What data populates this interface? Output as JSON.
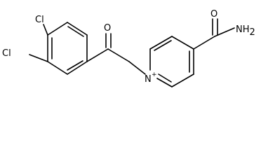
{
  "structure": {
    "atom_labels": {
      "chlorine_top": "Cl",
      "chlorine_left": "Cl",
      "ketone_oxygen": "O",
      "amide_oxygen": "O",
      "amide_nitrogen": "NH",
      "amide_nitrogen_subscript": "2",
      "pyridinium_nitrogen": "N",
      "pyridinium_charge": "+"
    }
  }
}
